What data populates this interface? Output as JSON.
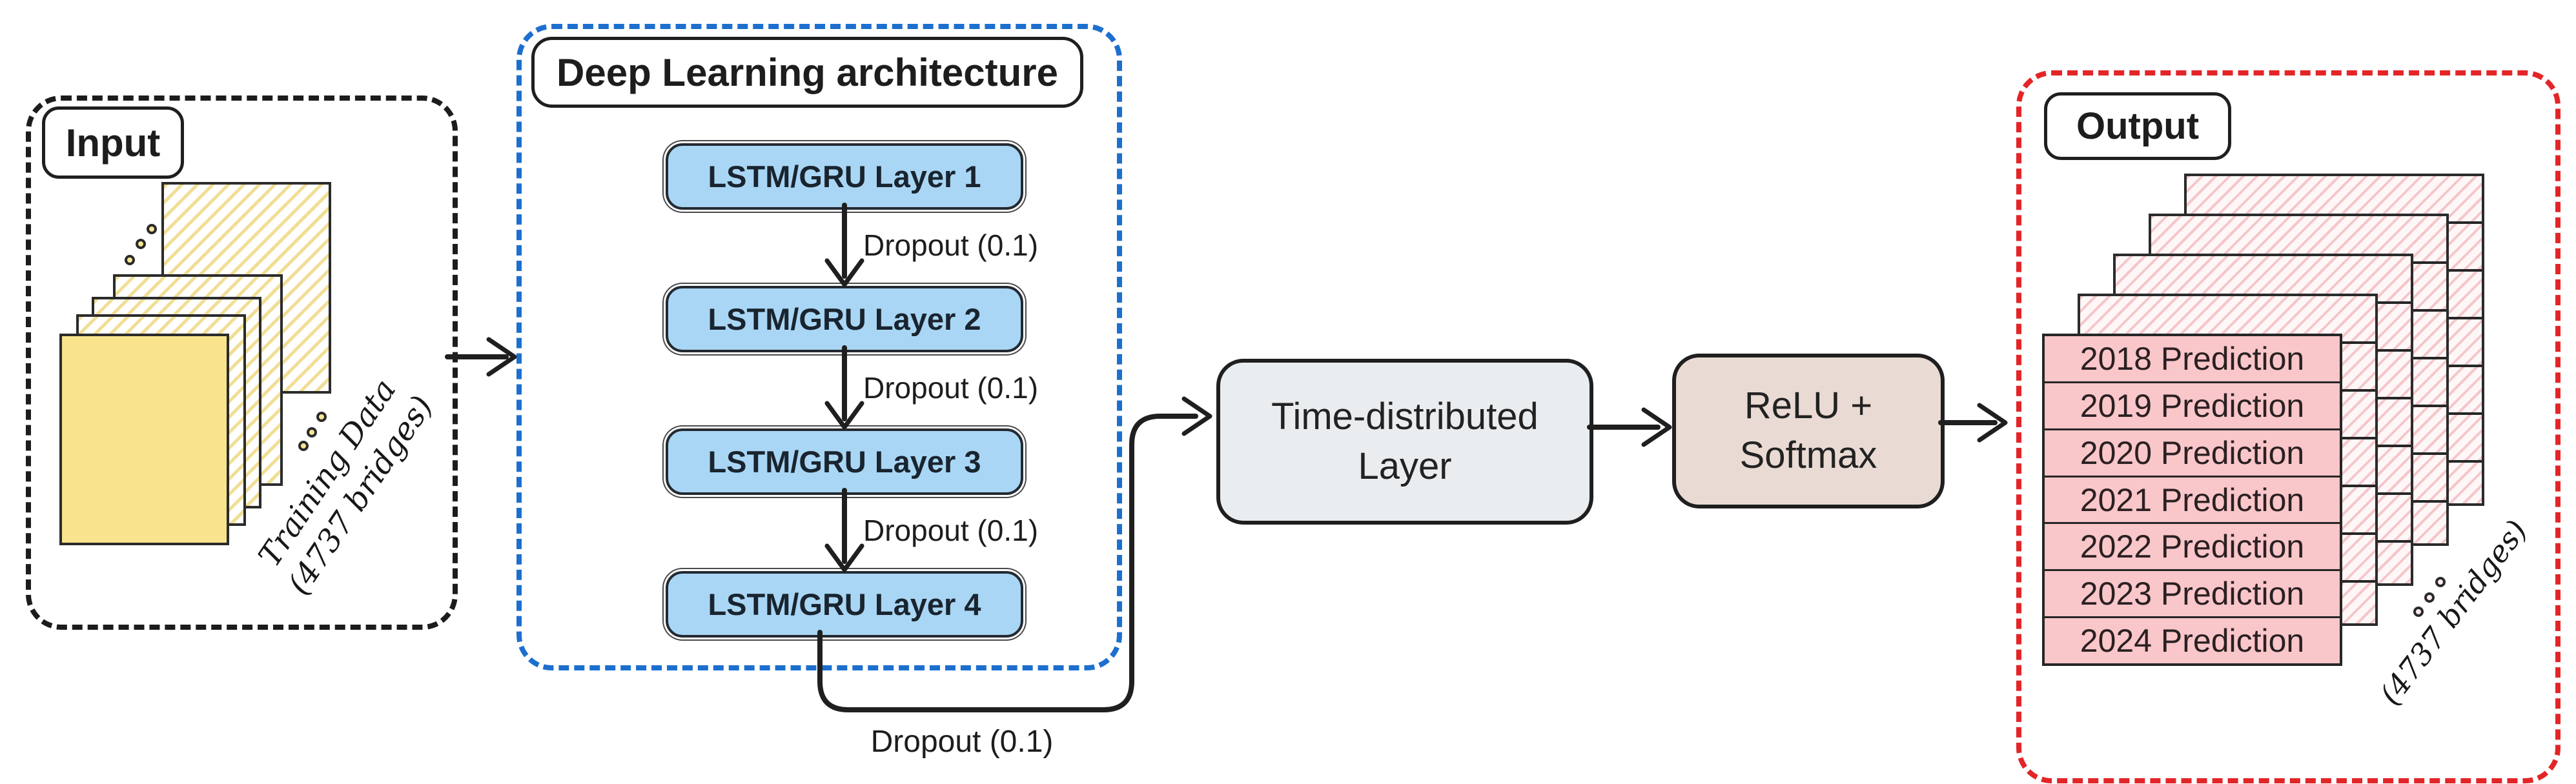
{
  "input": {
    "label": "Input",
    "note": {
      "line1": "Training Data",
      "line2": "(4737 bridges)"
    }
  },
  "dl": {
    "title": "Deep Learning architecture",
    "layers": [
      "LSTM/GRU Layer 1",
      "LSTM/GRU Layer 2",
      "LSTM/GRU Layer 3",
      "LSTM/GRU Layer 4"
    ],
    "dropouts": [
      "Dropout (0.1)",
      "Dropout (0.1)",
      "Dropout (0.1)"
    ],
    "final_dropout": "Dropout (0.1)"
  },
  "time_distributed": {
    "line1": "Time-distributed",
    "line2": "Layer"
  },
  "activation": {
    "line1": "ReLU +",
    "line2": "Softmax"
  },
  "output": {
    "label": "Output",
    "predictions": [
      "2018 Prediction",
      "2019 Prediction",
      "2020 Prediction",
      "2021 Prediction",
      "2022 Prediction",
      "2023 Prediction",
      "2024 Prediction"
    ],
    "note": "(4737 bridges)"
  },
  "icons": {
    "ellipsis": "three-dots-ellipsis",
    "arrow": "hand-drawn-arrow"
  },
  "colors": {
    "input_dash": "#1c1c1c",
    "dl_dash": "#1c6fce",
    "output_dash": "#e32528",
    "lstm_fill": "#a9d6f4",
    "yellow_card": "#f9e48d",
    "pink_row": "#f9c6c9",
    "time_distributed_fill": "#e9edef",
    "activation_fill": "#e9dbd4",
    "line_color": "#1f1f1f"
  }
}
